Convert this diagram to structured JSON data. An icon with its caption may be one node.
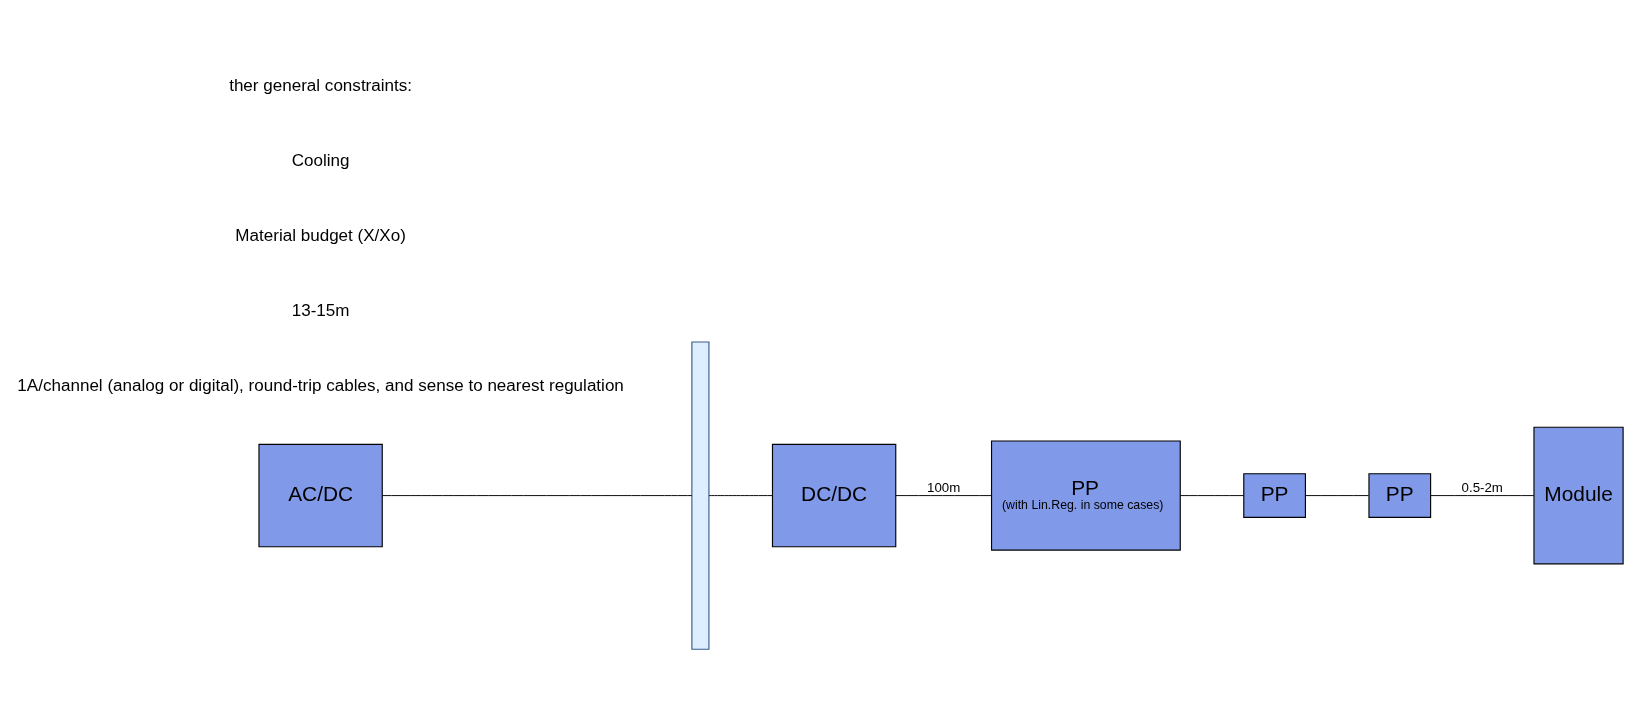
{
  "diagram": {
    "nodes": [
      {
        "text": [
          "AC/DC"
        ]
      },
      {
        "text": [],
        "shape": "bar"
      },
      {
        "text": [
          "DC/DC"
        ]
      },
      {
        "text": [
          "PP",
          "(with Lin.Reg. in some cases)"
        ]
      },
      {
        "text": [
          "PP"
        ]
      },
      {
        "text": [
          "PP"
        ]
      },
      {
        "text": [
          "Module"
        ]
      }
    ],
    "edges": [
      {
        "from": 0,
        "to": 1,
        "arrow": "none"
      },
      {
        "from": 1,
        "to": 2,
        "arrow": "none"
      },
      {
        "from": 2,
        "to": 3,
        "arrow": "none",
        "label": "100m"
      },
      {
        "from": 3,
        "to": 4,
        "arrow": "none"
      },
      {
        "from": 4,
        "to": 5,
        "arrow": "none"
      },
      {
        "from": 5,
        "to": 6,
        "arrow": "none",
        "label": "0.5-2m"
      }
    ],
    "labels": [
      "1A/channel (analog or digital), round-trip cables, and sense to nearest regulation",
      "13-15m",
      "Material budget (X/Xo)",
      "Cooling",
      "ther general constraints:"
    ]
  }
}
